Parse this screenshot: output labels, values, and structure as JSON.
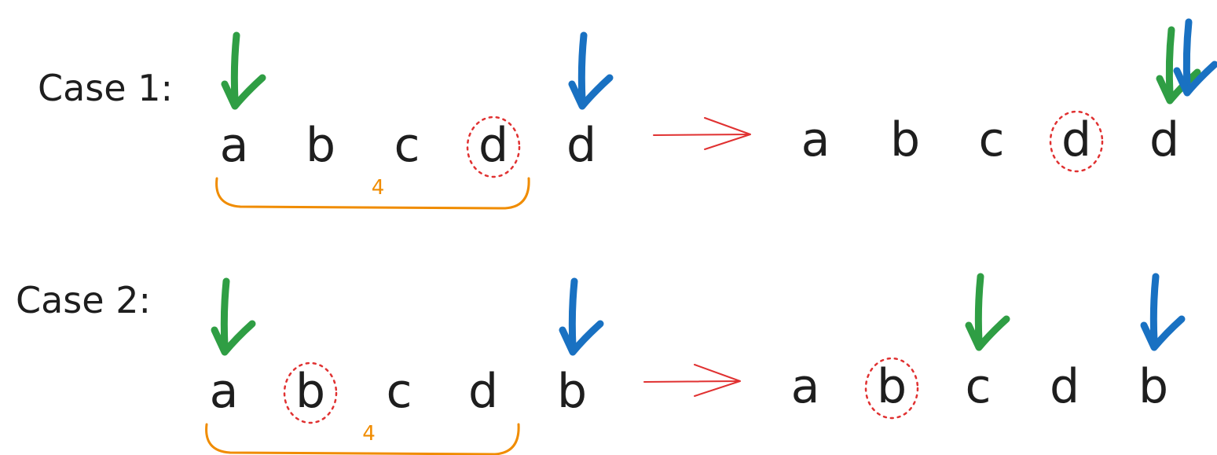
{
  "colors": {
    "text": "#1e1e1e",
    "left_pointer": "#2f9e44",
    "right_pointer": "#1971c2",
    "window_brace": "#f08c00",
    "transition_arrow": "#e03131",
    "duplicate_circle": "#e03131"
  },
  "cases": [
    {
      "label": "Case 1:",
      "before": {
        "letters": [
          "a",
          "b",
          "c",
          "d",
          "d"
        ],
        "circled_index": 3,
        "left_pointer_index": 0,
        "right_pointer_index": 4,
        "window": {
          "from_index": 0,
          "to_index": 3,
          "count": "4"
        }
      },
      "after": {
        "letters": [
          "a",
          "b",
          "c",
          "d",
          "d"
        ],
        "circled_index": 3,
        "left_pointer_index": 4,
        "right_pointer_index": 4
      }
    },
    {
      "label": "Case 2:",
      "before": {
        "letters": [
          "a",
          "b",
          "c",
          "d",
          "b"
        ],
        "circled_index": 1,
        "left_pointer_index": 0,
        "right_pointer_index": 4,
        "window": {
          "from_index": 0,
          "to_index": 3,
          "count": "4"
        }
      },
      "after": {
        "letters": [
          "a",
          "b",
          "c",
          "d",
          "b"
        ],
        "circled_index": 1,
        "left_pointer_index": 2,
        "right_pointer_index": 4
      }
    }
  ]
}
